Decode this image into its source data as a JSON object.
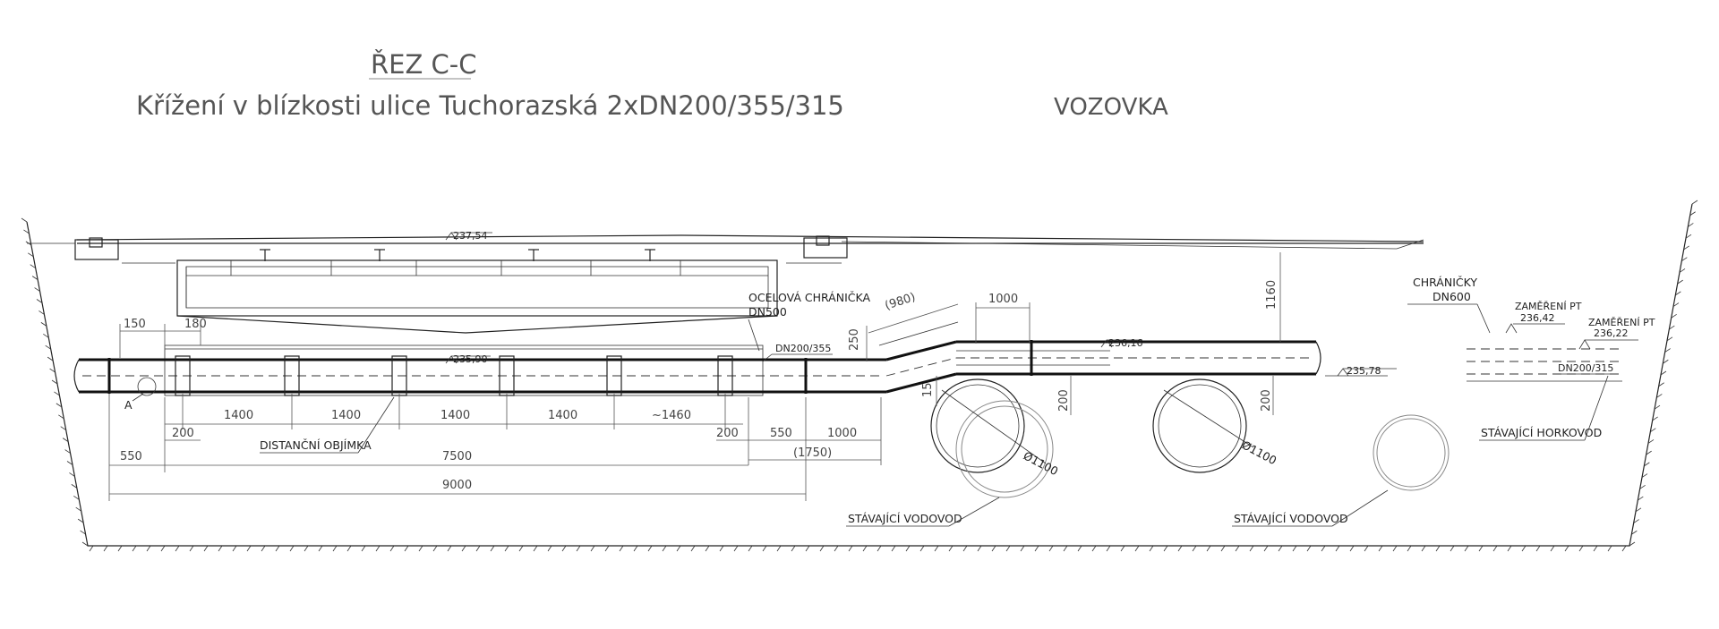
{
  "header": {
    "section_title": "ŘEZ C-C",
    "subtitle": "Křížení v blízkosti ulice Tuchorazská 2xDN200/355/315",
    "road_label": "VOZOVKA"
  },
  "levels": {
    "road": "237,54",
    "pipe_left": "235,90",
    "pipe_right": "236,16",
    "pipe_end": "235,78",
    "survey_1": "236,42",
    "survey_2": "236,22"
  },
  "labels": {
    "steel_casing_1": "OCELOVÁ CHRÁNIČKA",
    "steel_casing_2": "DN500",
    "pipe_dn": "DN200/355",
    "spacer": "DISTANČNÍ OBJÍMKA",
    "point_a": "A",
    "existing_water_1": "STÁVAJÍCÍ VODOVOD",
    "existing_water_2": "STÁVAJÍCÍ VODOVOD",
    "casings_1": "CHRÁNIČKY",
    "casings_2": "DN600",
    "survey_pt_1": "ZAMĚŘENÍ PT",
    "survey_pt_2": "ZAMĚŘENÍ PT",
    "pipe_dn_right": "DN200/315",
    "existing_heating": "STÁVAJÍCÍ HORKOVOD",
    "diameter_1": "Ø1100",
    "diameter_2": "Ø1100"
  },
  "dimensions": {
    "d150": "150",
    "d180": "180",
    "d980": "(980)",
    "d1000_top": "1000",
    "d250": "250",
    "d15": "15",
    "d1160": "1160",
    "d200_v1": "200",
    "d200_v2": "200",
    "spacings": [
      "1400",
      "1400",
      "1400",
      "1400",
      "~1460"
    ],
    "d200_left": "200",
    "d200_right": "200",
    "d550_right": "550",
    "d1000_bottom": "1000",
    "d1750": "(1750)",
    "d550_left": "550",
    "d7500": "7500",
    "d9000": "9000"
  }
}
